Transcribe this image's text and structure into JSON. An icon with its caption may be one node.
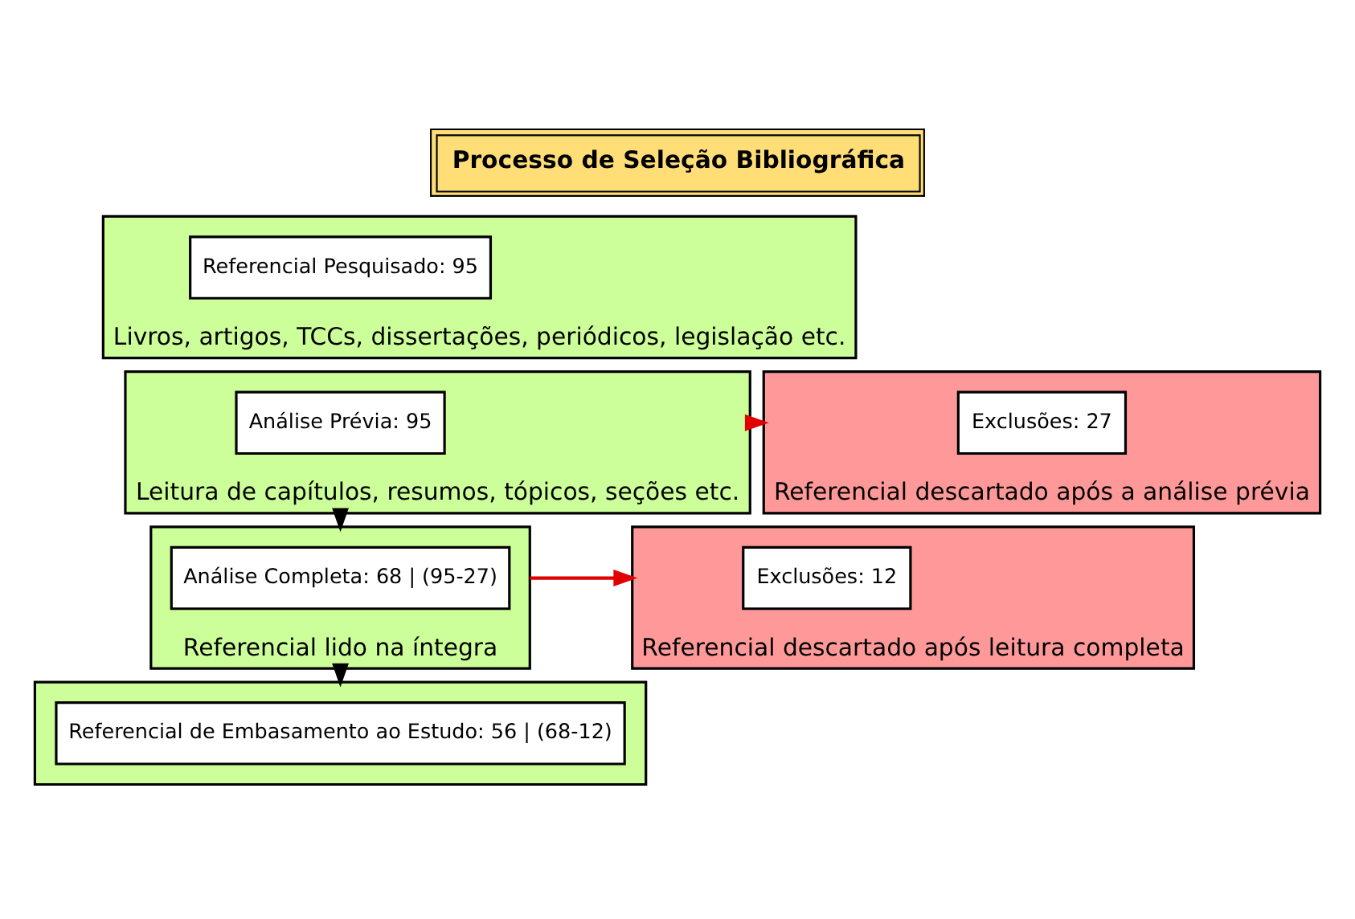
{
  "diagram": {
    "title": "Processo de Seleção Bibliográfica",
    "nodes": [
      {
        "text": [
          "Livros, artigos, TCCs, dissertações, periódicos, legislação etc."
        ]
      },
      {
        "text": [
          "Referencial Pesquisado: 95"
        ],
        "in": 0
      },
      {
        "text": [
          "Leitura de capítulos, resumos, tópicos, seções etc."
        ]
      },
      {
        "text": [
          "Análise Prévia: 95"
        ],
        "in": 2
      },
      {
        "text": [
          "Referencial descartado após a análise prévia"
        ]
      },
      {
        "text": [
          "Exclusões: 27"
        ],
        "in": 4
      },
      {
        "text": [
          "Referencial lido na íntegra"
        ]
      },
      {
        "text": [
          "Análise Completa: 68 | (95-27)"
        ],
        "in": 6
      },
      {
        "text": [
          "Referencial descartado após leitura completa"
        ]
      },
      {
        "text": [
          "Exclusões: 12"
        ],
        "in": 8
      },
      {
        "text": [],
        "shape": "box"
      },
      {
        "text": [
          "Referencial de Embasamento ao Estudo: 56 | (68-12)"
        ],
        "in": 10
      }
    ],
    "edges": [
      {
        "from": 2,
        "to": 4,
        "arrow": "to",
        "color": "#e00000"
      },
      {
        "from": 2,
        "to": 6,
        "arrow": "to"
      },
      {
        "from": 6,
        "to": 8,
        "arrow": "to",
        "color": "#e00000"
      },
      {
        "from": 6,
        "to": 10,
        "arrow": "to"
      }
    ]
  }
}
